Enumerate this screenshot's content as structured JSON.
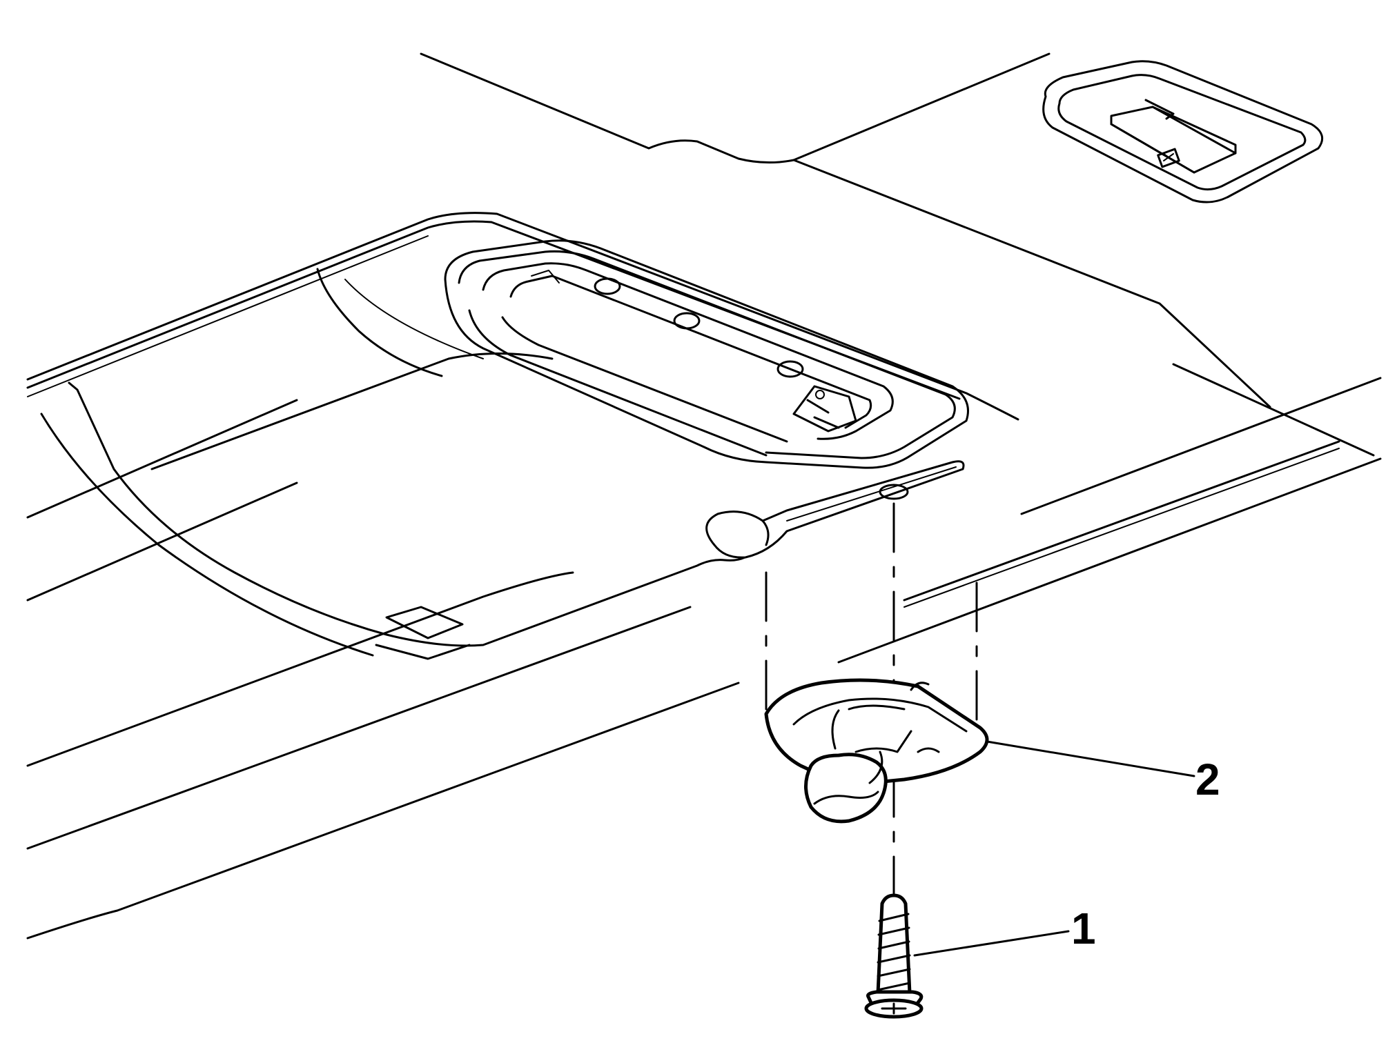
{
  "diagram": {
    "callouts": [
      {
        "id": "1",
        "label": "1",
        "part_icon": "screw-icon"
      },
      {
        "id": "2",
        "label": "2",
        "part_icon": "coat-hook-icon"
      }
    ]
  }
}
